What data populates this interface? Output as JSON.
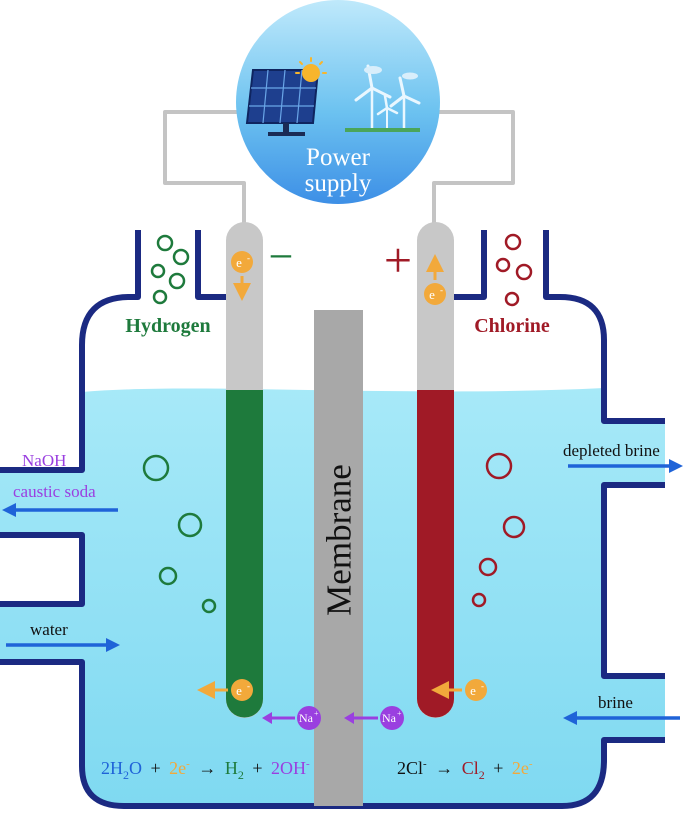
{
  "power_supply": {
    "line1": "Power",
    "line2": "supply"
  },
  "electrodes": {
    "cathode_sign": "−",
    "anode_sign": "+",
    "electron_label": "e",
    "electron_sup": "-"
  },
  "gases": {
    "hydrogen": "Hydrogen",
    "chlorine": "Chlorine"
  },
  "membrane": {
    "label": "Membrane"
  },
  "ions": {
    "sodium": "Na",
    "sodium_sup": "+"
  },
  "flows": {
    "naoh": "NaOH",
    "caustic_soda": "caustic soda",
    "water": "water",
    "depleted_brine": "depleted brine",
    "brine": "brine"
  },
  "equations": {
    "cathode": {
      "water_coef": "2H",
      "water_sub": "2",
      "water_tail": "O",
      "plus1": "+",
      "electrons": "2e",
      "electrons_sup": "-",
      "arrow": "→",
      "h2": "H",
      "h2_sub": "2",
      "plus2": "+",
      "hydroxide": "2OH",
      "hydroxide_sup": "-"
    },
    "anode": {
      "chloride": "2Cl",
      "chloride_sup": "-",
      "arrow": "→",
      "cl2": "Cl",
      "cl2_sub": "2",
      "plus": "+",
      "electrons": "2e",
      "electrons_sup": "-"
    }
  },
  "colors": {
    "tank_outline": "#1b2a82",
    "electrolyte": "#8fe0f5",
    "cathode": "#1e7a3c",
    "anode": "#a01a26",
    "membrane": "#a8a8a8",
    "electron": "#f2a93b",
    "sodium_ion": "#9a3fe0",
    "flow_arrow": "#1f63d8",
    "wire": "#c4c4c4"
  }
}
